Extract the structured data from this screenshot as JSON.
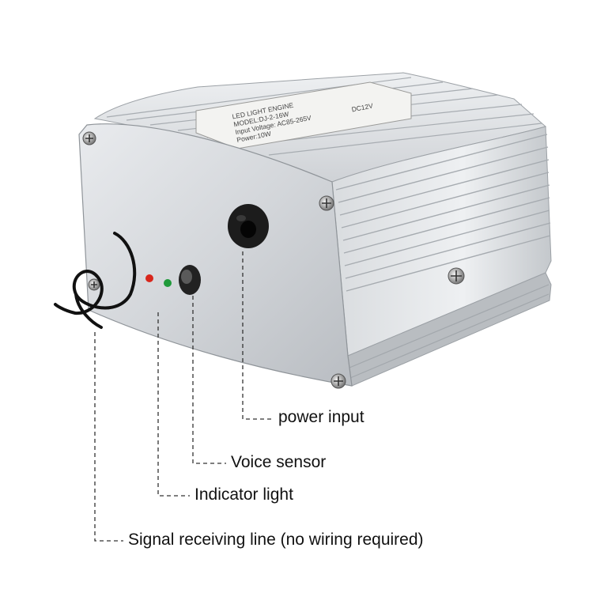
{
  "product": {
    "label_lines": [
      "LED LIGHT ENGINE",
      "MODEL:DJ-2-16W",
      "Input Voltage: AC85-265V",
      "DC12V",
      "Power:10W"
    ]
  },
  "callouts": {
    "power_input": "power input",
    "voice_sensor": "Voice sensor",
    "indicator_light": "Indicator light",
    "signal_line": "Signal receiving line (no wiring required)"
  },
  "colors": {
    "indicator_red": "#d8261c",
    "indicator_green": "#1f9a3a",
    "aluminium": "#c9ccd0"
  }
}
